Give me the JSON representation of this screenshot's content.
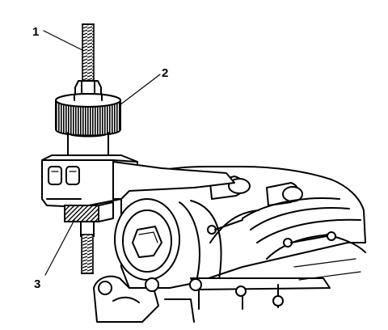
{
  "diagram": {
    "callouts": [
      {
        "id": "1",
        "label": "1"
      },
      {
        "id": "2",
        "label": "2"
      },
      {
        "id": "3",
        "label": "3"
      }
    ],
    "colors": {
      "line": "#000000",
      "background": "#ffffff",
      "knurl": "#000000"
    }
  }
}
